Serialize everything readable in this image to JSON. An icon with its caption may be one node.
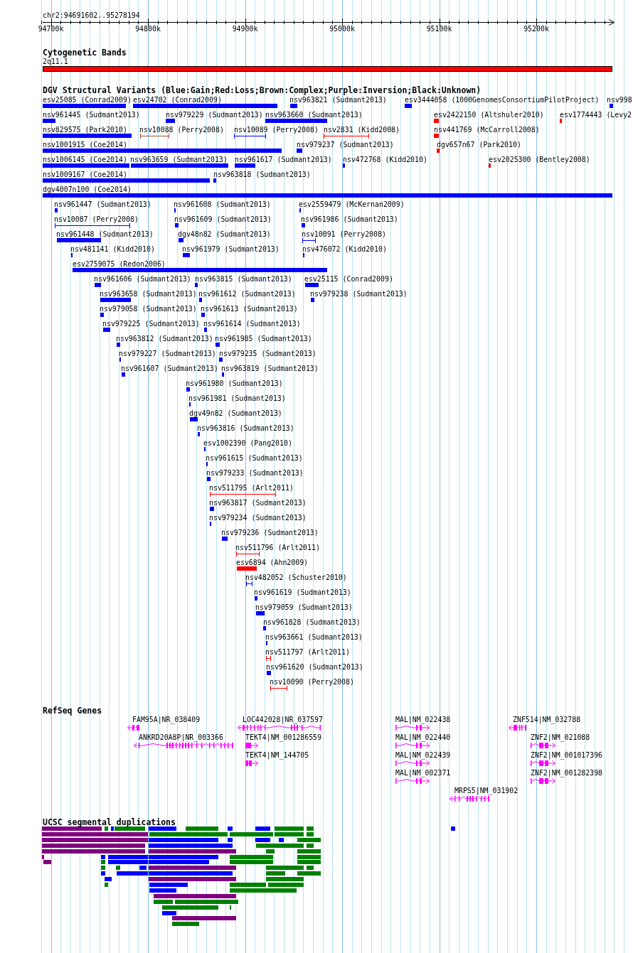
{
  "diagram": {
    "labels": [
      "chr2:94691602..95278194",
      "94700k",
      "94800k",
      "94900k",
      "95000k",
      "95100k",
      "95200k",
      "Cytogenetic Bands",
      "2q11.1",
      "DGV Structural Variants (Blue:Gain;Red:Loss;Brown:Complex;Purple:Inversion;Black:Unknown)",
      "esv25085 (Conrad2009)",
      "esv24702 (Conrad2009)",
      "nsv963821 (Sudmant2013)",
      "esv3444058 (1000GenomesConsortiumPilotProject)",
      "nsv998",
      "nsv961445 (Sudmant2013)",
      "nsv979229 (Sudmant2013)",
      "nsv963660 (Sudmant2013)",
      "esv2422150 (Altshuler2010)",
      "esv1774443 (Levy2",
      "nsv829575 (Park2010)",
      "nsv10088 (Perry2008)",
      "nsv10089 (Perry2008)",
      "nsv2831 (Kidd2008)",
      "nsv441769 (McCarroll2008)",
      "nsv1001915 (Coe2014)",
      "nsv979237 (Sudmant2013)",
      "dgv657n67 (Park2010)",
      "nsv1006145 (Coe2014)",
      "nsv963659 (Sudmant2013)",
      "nsv961617 (Sudmant2013)",
      "nsv472768 (Kidd2010)",
      "esv2025300 (Bentley2008)",
      "nsv1009167 (Coe2014)",
      "nsv963818 (Sudmant2013)",
      "dgv4007n100 (Coe2014)",
      "nsv961447 (Sudmant2013)",
      "nsv961608 (Sudmant2013)",
      "esv2559479 (McKernan2009)",
      "nsv10087 (Perry2008)",
      "nsv961609 (Sudmant2013)",
      "nsv961986 (Sudmant2013)",
      "nsv961448 (Sudmant2013)",
      "dgv48n82 (Sudmant2013)",
      "nsv10091 (Perry2008)",
      "nsv481141 (Kidd2010)",
      "nsv961979 (Sudmant2013)",
      "nsv476072 (Kidd2010)",
      "esv2759075 (Redon2006)",
      "nsv961606 (Sudmant2013)",
      "nsv963815 (Sudmant2013)",
      "esv25115 (Conrad2009)",
      "nsv963658 (Sudmant2013)",
      "nsv961612 (Sudmant2013)",
      "nsv979238 (Sudmant2013)",
      "nsv979058 (Sudmant2013)",
      "nsv961613 (Sudmant2013)",
      "nsv979225 (Sudmant2013)",
      "nsv961614 (Sudmant2013)",
      "nsv963812 (Sudmant2013)",
      "nsv961985 (Sudmant2013)",
      "nsv979227 (Sudmant2013)",
      "nsv979235 (Sudmant2013)",
      "nsv961607 (Sudmant2013)",
      "nsv963819 (Sudmant2013)",
      "nsv961980 (Sudmant2013)",
      "nsv961981 (Sudmant2013)",
      "dgv49n82 (Sudmant2013)",
      "nsv963816 (Sudmant2013)",
      "esv1002390 (Pang2010)",
      "nsv961615 (Sudmant2013)",
      "nsv979233 (Sudmant2013)",
      "nsv511795 (Arlt2011)",
      "nsv963817 (Sudmant2013)",
      "nsv979234 (Sudmant2013)",
      "nsv979236 (Sudmant2013)",
      "nsv511796 (Arlt2011)",
      "esv6894 (Ahn2009)",
      "nsv482052 (Schuster2010)",
      "nsv961619 (Sudmant2013)",
      "nsv979059 (Sudmant2013)",
      "nsv961828 (Sudmant2013)",
      "nsv963661 (Sudmant2013)",
      "nsv511797 (Arlt2011)",
      "nsv961620 (Sudmant2013)",
      "nsv10090 (Perry2008)",
      "RefSeq Genes",
      "FAM95A|NR_038409",
      "LOC442028|NR_037597",
      "MAL|NM_022438",
      "ZNF514|NM_032788",
      "ANKRD20A8P|NR_003366",
      "TEKT4|NM_001286559",
      "MAL|NM_022440",
      "ZNF2|NM_021088",
      "TEKT4|NM_144705",
      "MAL|NM_022439",
      "ZNF2|NM_001017396",
      "MAL|NM_002371",
      "ZNF2|NM_001282398",
      "MRPS5|NM_031902",
      "UCSC segmental duplications"
    ]
  }
}
